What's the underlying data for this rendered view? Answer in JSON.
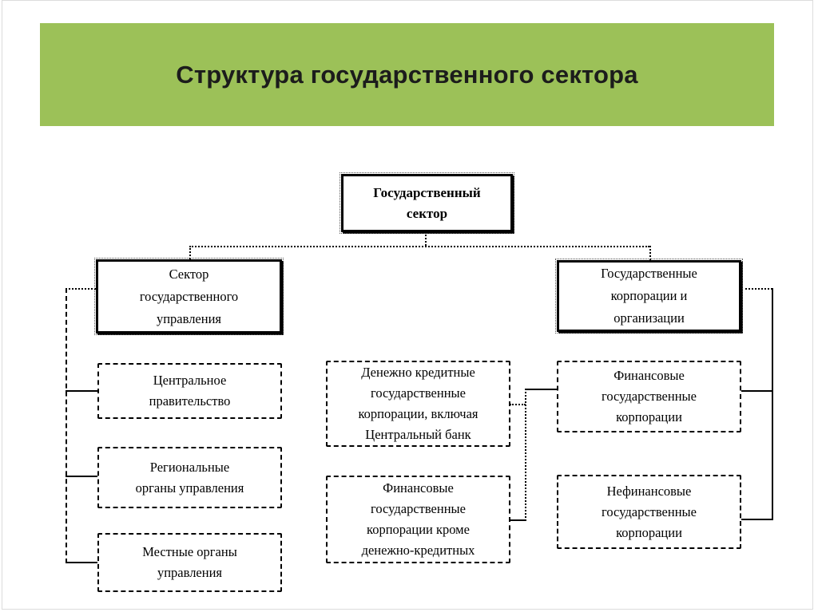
{
  "title": "Структура государственного сектора",
  "colors": {
    "band_green": "#9cc158",
    "title_text": "#1c1c1c",
    "box_border": "#000000",
    "box_background": "#ffffff",
    "connector": "#000000",
    "frame_gray": "#dcdcdc"
  },
  "nodes": {
    "root": {
      "label": "Государственный\nсектор"
    },
    "gov_management_sector": {
      "label": "Сектор\nгосударственного\nуправления"
    },
    "state_corporations": {
      "label": "Государственные\nкорпорации и\nорганизации"
    },
    "central_government": {
      "label": "Центральное\nправительство"
    },
    "regional_authorities": {
      "label": "Региональные\nорганы управления"
    },
    "local_authorities": {
      "label": "Местные органы\nуправления"
    },
    "monetary_corporations": {
      "label": "Денежно кредитные\nгосударственные\nкорпорации, включая\nЦентральный банк"
    },
    "financial_non_monetary_corporations": {
      "label": "Финансовые\nгосударственные\nкорпорации кроме\nденежно-кредитных"
    },
    "financial_corporations": {
      "label": "Финансовые\nгосударственные\nкорпорации"
    },
    "nonfinancial_corporations": {
      "label": "Нефинансовые\nгосударственные\nкорпорации"
    }
  }
}
